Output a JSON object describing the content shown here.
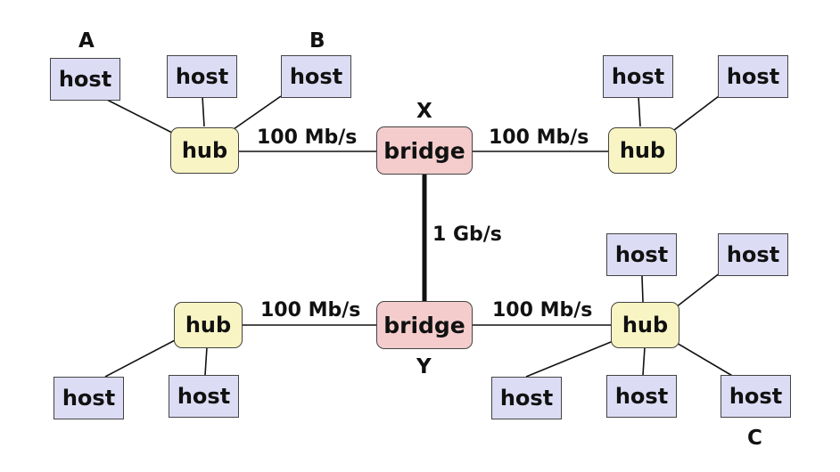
{
  "diagram": {
    "nodes": {
      "host_a": "host",
      "host_b1": "host",
      "host_b": "host",
      "host_tr1": "host",
      "host_tr2": "host",
      "host_bl1": "host",
      "host_bl2": "host",
      "host_br1": "host",
      "host_br2": "host",
      "host_br3": "host",
      "host_br4": "host",
      "host_c": "host",
      "hub_tl": "hub",
      "hub_tr": "hub",
      "hub_bl": "hub",
      "hub_br": "hub",
      "bridge_x": "bridge",
      "bridge_y": "bridge"
    },
    "tags": {
      "a": "A",
      "b": "B",
      "c": "C",
      "x": "X",
      "y": "Y"
    },
    "link_labels": {
      "top_left": "100 Mb/s",
      "top_right": "100 Mb/s",
      "bottom_left": "100 Mb/s",
      "bottom_right": "100 Mb/s",
      "backbone": "1 Gb/s"
    },
    "colors": {
      "host": "#dcdcf5",
      "hub": "#f8f4c4",
      "bridge": "#f4cccc",
      "line": "#111111"
    }
  }
}
